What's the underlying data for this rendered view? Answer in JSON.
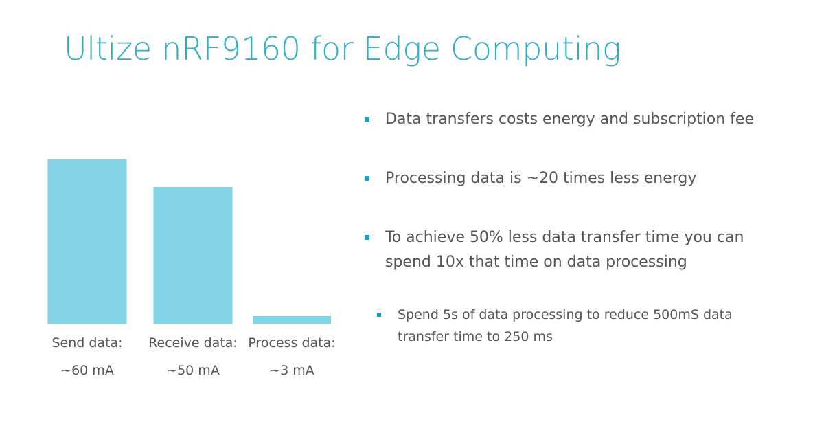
{
  "colors": {
    "title": "#2ab0c9",
    "bar": "#82d4e5",
    "bullet": "#1aa3c3",
    "text": "#555555"
  },
  "title": "Ultize nRF9160 for Edge Computing",
  "chart_data": {
    "type": "bar",
    "unit": "mA",
    "categories": [
      "Send data:",
      "Receive data:",
      "Process data:"
    ],
    "values": [
      60,
      50,
      3
    ],
    "value_labels": [
      "~60 mA",
      "~50 mA",
      "~3 mA"
    ],
    "title": "",
    "xlabel": "",
    "ylabel": "",
    "grid": false,
    "legend": "none"
  },
  "bullets": [
    {
      "level": 1,
      "lines": [
        "Data transfers costs energy and subscription fee"
      ]
    },
    {
      "level": 1,
      "lines": [
        "Processing data is ~20 times less energy"
      ]
    },
    {
      "level": 1,
      "lines": [
        "To achieve 50% less data transfer time you can",
        "spend 10x that time on data processing"
      ]
    },
    {
      "level": 2,
      "lines": [
        "Spend 5s of data processing to reduce 500mS data",
        "transfer time to 250 ms"
      ]
    }
  ]
}
